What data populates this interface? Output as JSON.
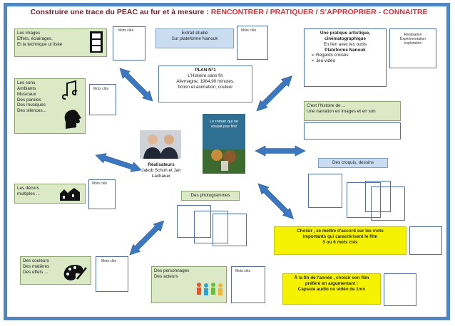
{
  "title_part1": "Construire une trace  du PEAC au fur et à mesure : ",
  "title_part2": "RENCONTRER / PRATIQUER / S’APPROPRIER - CONNAITRE",
  "boxes": {
    "images": [
      "Les images",
      "Effets, éclairages,",
      "Et la technique ut lisée"
    ],
    "images_note": "Mots clés",
    "sons": [
      "Les sons",
      "Ambiants",
      "Musicaux",
      "Des paroles",
      "Des musiques",
      "Des silences..."
    ],
    "sons_note": "Mots clés",
    "decors": [
      "Les décors",
      "multiples ..."
    ],
    "decors_note": "Mots clés",
    "couleurs": [
      "Des couleurs",
      "Des matières",
      "Des effets ..."
    ],
    "couleurs_note": "Mots clés",
    "personnages": [
      "Des personnages",
      "Des acteurs"
    ],
    "personnages_note": "Mots clés",
    "extrait": [
      "Extrait étudié",
      "Sur plateforme Nanouk"
    ],
    "extrait_note": "Mots clés",
    "plan": [
      "PLAN N°1",
      "L'Histoire sans fin",
      "Allemagne, 1984,90 minutes,",
      "fiction et animation, couleur"
    ],
    "realisateurs": [
      "Réalisateurs",
      "Jakob Schuh et Jan",
      "Lachauer"
    ],
    "photogrammes": "Des photogrammes",
    "pratique": [
      "Une pratique artistique,",
      "cinématographique",
      "En lien avec les outils",
      "Plateforme Nanouk",
      "Regards croisés",
      "Jeu vidéo"
    ],
    "pratique_note": [
      "Réalisation",
      "Expérimentation",
      "exploration"
    ],
    "histoire": [
      "C'est l'histoire de ...",
      "Une narration en images et en son"
    ],
    "croquis": "Des croquis, dessins",
    "choisir": [
      "Choisir , se mettre d'accord sur les mots",
      "importants qui caractérisent le film",
      "5 ou 6 mots clés"
    ],
    "fin_annee": [
      "À la fin de l'année , choisir son film",
      "préféré en argumentant :",
      "Capsule audio ou vidéo de 1mn"
    ]
  },
  "poster": {
    "title_line": "Le roman qui ne voulait pas finir",
    "bg": "#2d6a8a"
  },
  "colors": {
    "frame": "#4d86c9",
    "arrow": "#3b78c2",
    "title": "#e0303a"
  }
}
